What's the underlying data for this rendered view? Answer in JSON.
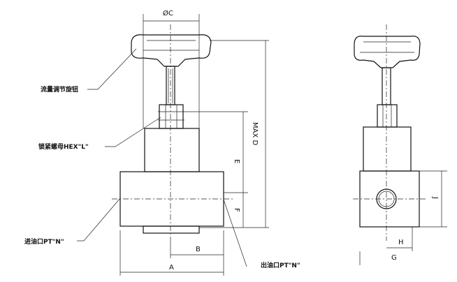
{
  "callouts": {
    "knob": "流量调节旋钮",
    "lock_nut": "锁紧螺母HEX\"L\"",
    "inlet": "进油口PT\"N\"",
    "outlet": "出油口PT\"N\""
  },
  "dimensions": {
    "c": "ØC",
    "d": "MAX D",
    "e": "E",
    "f": "F",
    "a": "A",
    "b": "B",
    "h": "H",
    "g": "G",
    "j": "J"
  }
}
